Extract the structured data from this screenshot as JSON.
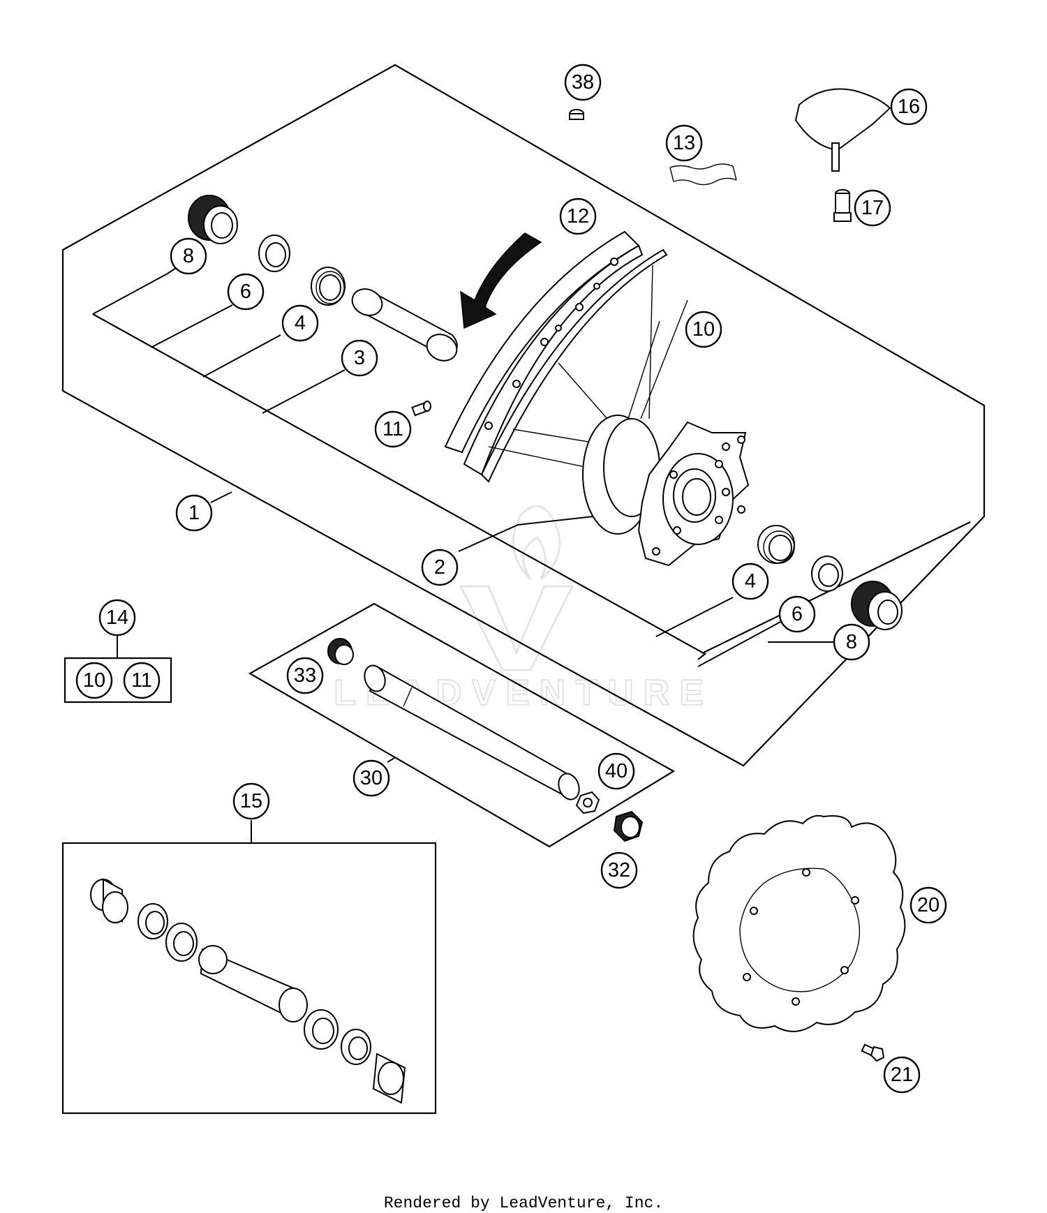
{
  "callouts": {
    "c1": "1",
    "c2": "2",
    "c3": "3",
    "c4a": "4",
    "c4b": "4",
    "c6a": "6",
    "c6b": "6",
    "c8a": "8",
    "c8b": "8",
    "c10a": "10",
    "c10b": "10",
    "c11a": "11",
    "c11b": "11",
    "c12": "12",
    "c13": "13",
    "c14": "14",
    "c15": "15",
    "c16": "16",
    "c17": "17",
    "c20": "20",
    "c21": "21",
    "c30": "30",
    "c32": "32",
    "c33": "33",
    "c38": "38",
    "c40": "40"
  },
  "watermark": {
    "text": "LEADVENTURE"
  },
  "footer": {
    "text": "Rendered by LeadVenture, Inc."
  }
}
